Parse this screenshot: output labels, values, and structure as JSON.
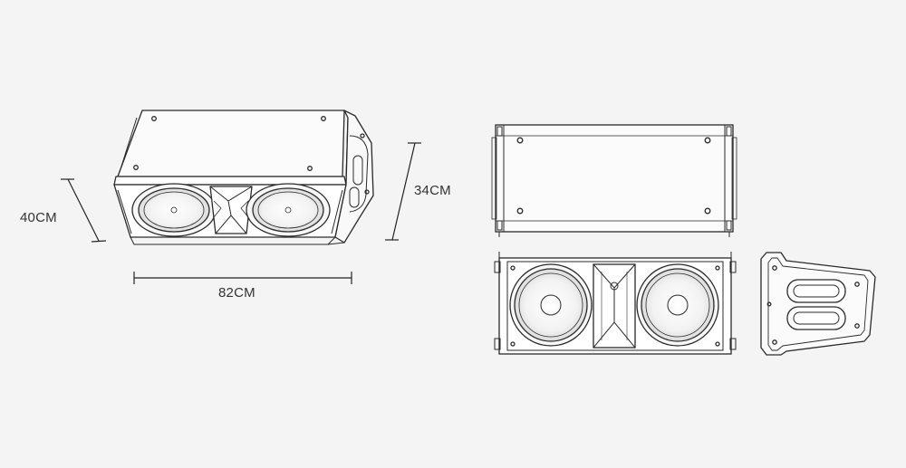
{
  "dimensions": {
    "depth_label": "40CM",
    "height_label": "34CM",
    "width_label": "82CM"
  },
  "views": [
    "perspective-view",
    "top-view",
    "front-view",
    "side-view"
  ],
  "colors": {
    "background": "#f4f4f4",
    "line": "#2a2a2a",
    "text": "#333333"
  }
}
